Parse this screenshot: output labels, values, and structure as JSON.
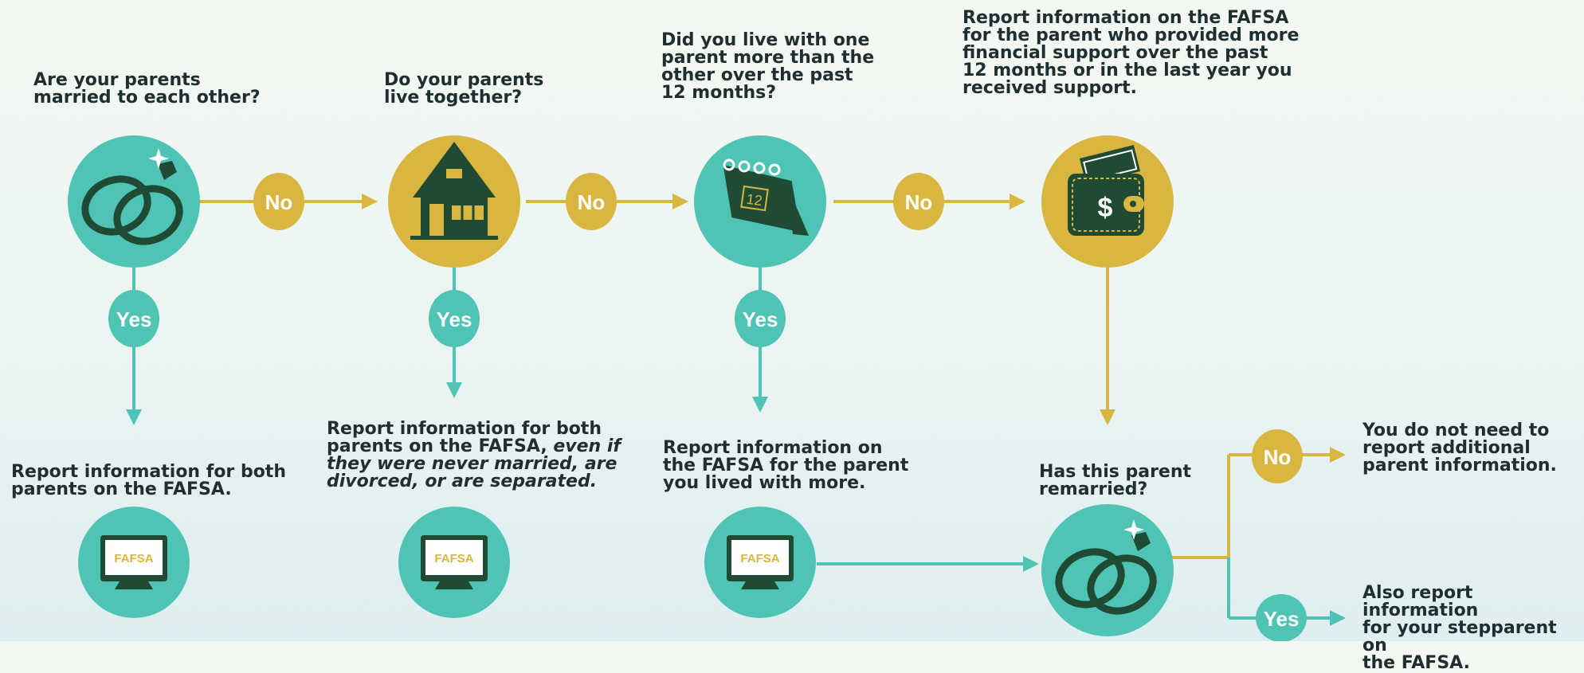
{
  "colors": {
    "teal": "#4fc3b4",
    "mustard": "#d9b63f",
    "dark_green": "#1f4a33",
    "text": "#1e2e31"
  },
  "questions": {
    "q1": "Are your parents\nmarried to each other?",
    "q2": "Do your parents\nlive together?",
    "q3": "Did you live with one\nparent more than the\nother over the past\n12 months?",
    "q4": "Report information on the FAFSA\nfor the parent who provided more\nfinancial support over the past\n12 months or in the last year you\nreceived support.",
    "q5": "Has this parent\nremarried?"
  },
  "outcomes": {
    "o1": "Report information for both\nparents on the FAFSA.",
    "o2_main": "Report information for both\nparents on the FAFSA, ",
    "o2_italic": "even if\nthey were never married, are\ndivorced, or are separated.",
    "o3": "Report information on\nthe FAFSA for the parent\nyou lived with more.",
    "o_no": "You do not need to\nreport additional\nparent information.",
    "o_yes": "Also report information\nfor your stepparent on\nthe FAFSA."
  },
  "labels": {
    "yes": "Yes",
    "no": "No",
    "fafsa": "FAFSA",
    "calendar_day": "12",
    "dollar": "$"
  },
  "icons": [
    "rings-icon",
    "house-icon",
    "calendar-icon",
    "wallet-icon",
    "computer-monitor-icon"
  ]
}
